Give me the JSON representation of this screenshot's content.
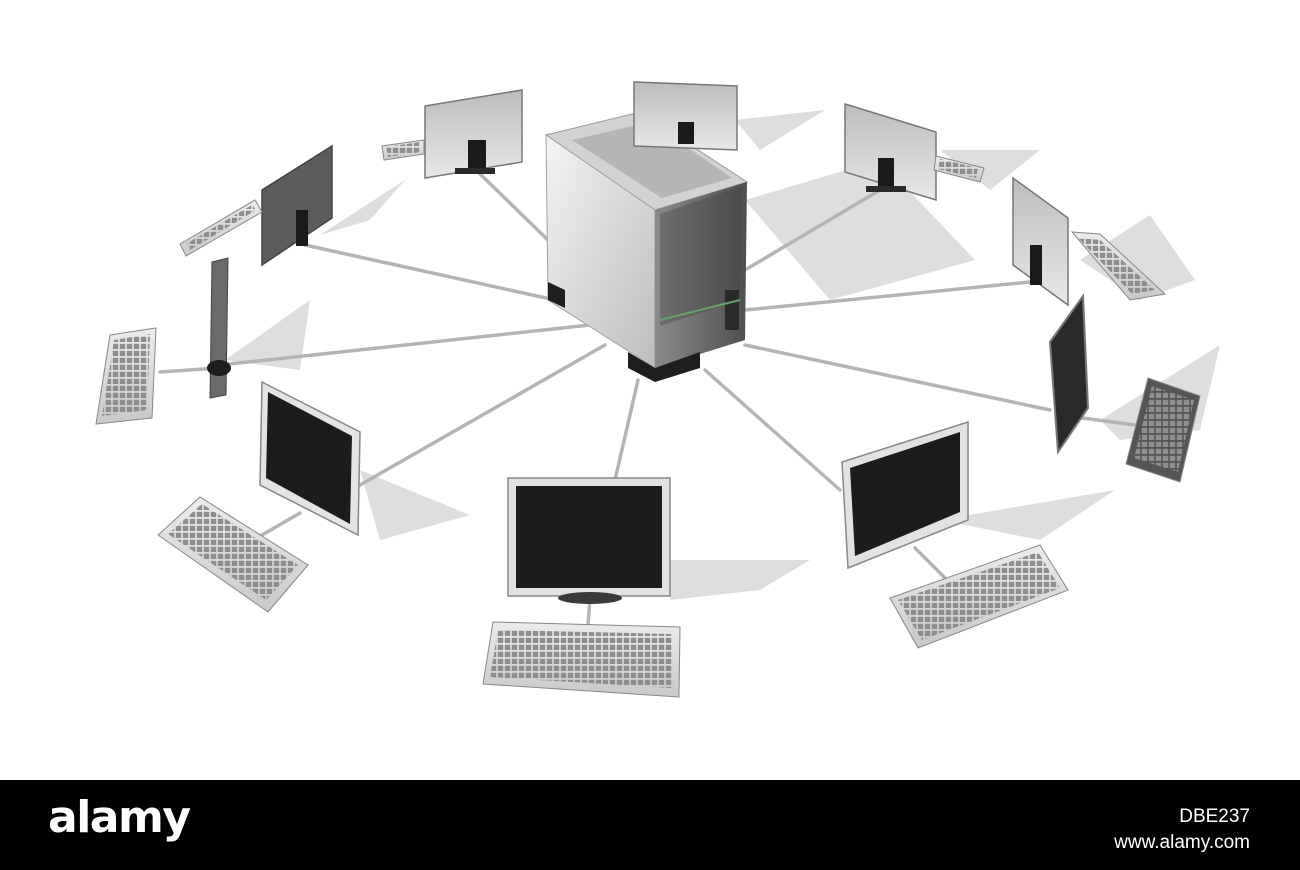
{
  "banner": {
    "logo": "alamy",
    "image_id": "DBE237",
    "url": "www.alamy.com"
  },
  "colors": {
    "background": "#ffffff",
    "banner": "#000000",
    "cable": "#b0b0b0",
    "screen": "#1c1c1c",
    "server_body": "#dcdcdc",
    "server_dark": "#6a6a6a",
    "shadow": "#d4d4d4"
  },
  "icons": [
    "server-tower-icon",
    "monitor-icon",
    "keyboard-icon",
    "network-cable-icon"
  ]
}
